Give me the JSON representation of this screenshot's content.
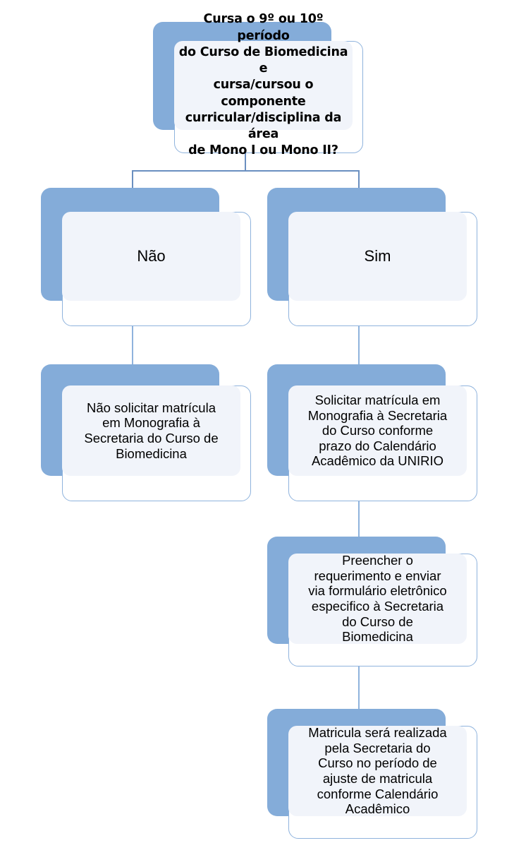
{
  "diagram": {
    "title": "Fluxograma de matricula em Monografia - Curso de Biomedicina UNIRIO",
    "type": "flowchart",
    "colors": {
      "shadow_blue": "#84acd9",
      "panel_fill": "#f1f4fa",
      "card_border": "#8fb3dd",
      "connector": "#6a8fc0",
      "text": "#000000",
      "background": "#ffffff"
    },
    "nodes": [
      {
        "id": "question",
        "role": "decision-question",
        "text": "Cursa o 9º ou 10º período\ndo Curso de Biomedicina e\ncursa/cursou o componente\ncurricular/disciplina da área\nde Mono I ou Mono II?"
      },
      {
        "id": "nao",
        "role": "branch-label",
        "text": "Não"
      },
      {
        "id": "sim",
        "role": "branch-label",
        "text": "Sim"
      },
      {
        "id": "nao-solicitar",
        "role": "process",
        "text": "Não solicitar matrícula\nem Monografia à\nSecretaria do Curso de\nBiomedicina"
      },
      {
        "id": "solicitar",
        "role": "process",
        "text": "Solicitar matrícula em\nMonografia à Secretaria\ndo Curso conforme\nprazo do Calendário\nAcadêmico da UNIRIO"
      },
      {
        "id": "preencher",
        "role": "process",
        "text": "Preencher o\nrequerimento e enviar\nvia formulário eletrônico\nespecifico à Secretaria\ndo Curso de\nBiomedicina"
      },
      {
        "id": "matricula",
        "role": "process",
        "text": "Matricula será realizada\npela Secretaria do\nCurso no período de\najuste de matricula\nconforme Calendário\nAcadêmico"
      }
    ],
    "edges": [
      {
        "from": "question",
        "to": "nao",
        "label": ""
      },
      {
        "from": "question",
        "to": "sim",
        "label": ""
      },
      {
        "from": "nao",
        "to": "nao-solicitar",
        "label": ""
      },
      {
        "from": "sim",
        "to": "solicitar",
        "label": ""
      },
      {
        "from": "solicitar",
        "to": "preencher",
        "label": ""
      },
      {
        "from": "preencher",
        "to": "matricula",
        "label": ""
      }
    ]
  }
}
